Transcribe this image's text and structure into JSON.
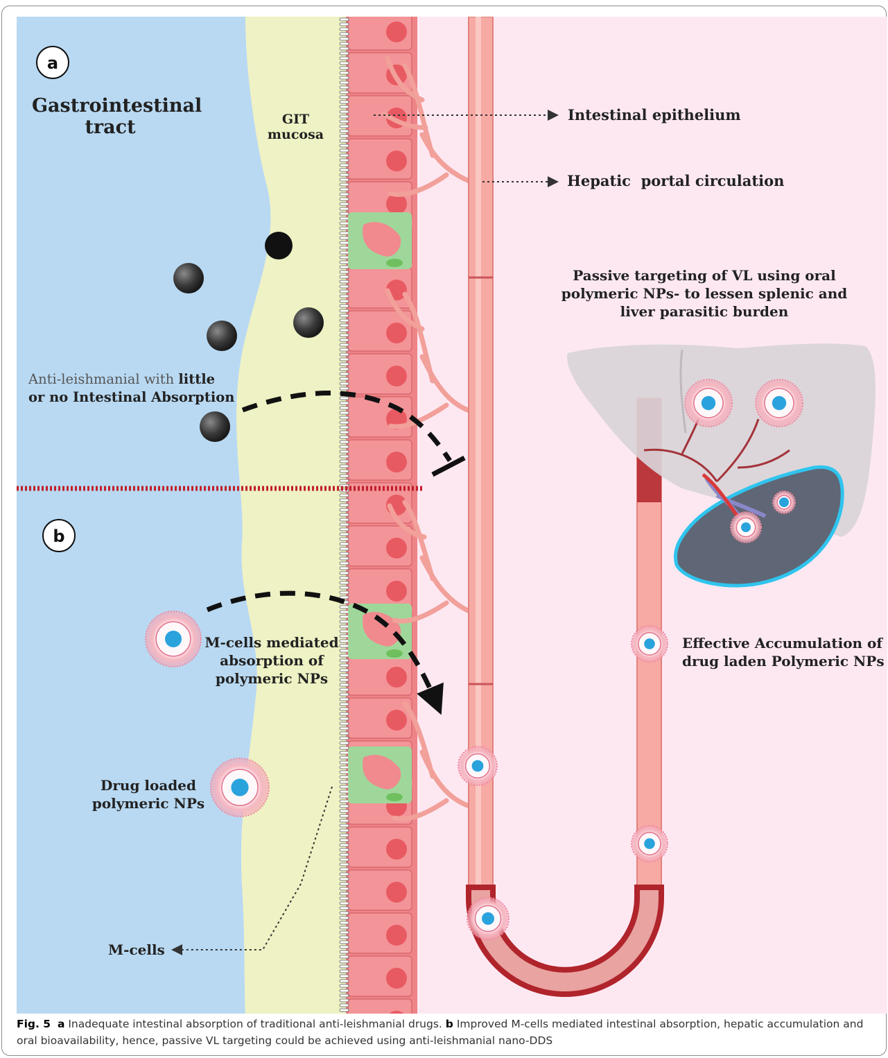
{
  "panel_labels": {
    "a": "a",
    "b": "b"
  },
  "labels": {
    "gi_tract": "Gastrointestinal tract",
    "git_mucosa_1": "GIT",
    "git_mucosa_2": "mucosa",
    "intestinal_epithelium": "Intestinal epithelium",
    "hepatic_portal": "Hepatic  portal circulation",
    "anti_leish_plain": "Anti-leishmanial with ",
    "anti_leish_bold_1": "little",
    "anti_leish_bold_2": "or no Intestinal Absorption",
    "passive_targeting_1": "Passive targeting of VL using oral",
    "passive_targeting_2": "polymeric NPs- to lessen splenic and",
    "passive_targeting_3": "liver parasitic burden",
    "mcell_absorption_1": "M-cells mediated",
    "mcell_absorption_2": "absorption of",
    "mcell_absorption_3": "polymeric NPs",
    "effective_accum_1": "Effective Accumulation of",
    "effective_accum_2": "drug laden Polymeric NPs",
    "drug_loaded_1": "Drug loaded",
    "drug_loaded_2": "polymeric NPs",
    "m_cells": "M-cells"
  },
  "caption": {
    "fig_label": "Fig. 5",
    "a_label": "a",
    "a_text": " Inadequate intestinal absorption of traditional anti-leishmanial drugs. ",
    "b_label": "b",
    "b_text": " Improved M-cells mediated intestinal absorption, hepatic accumulation and oral bioavailability, hence, passive VL targeting could be achieved using anti-leishmanial nano-DDS"
  },
  "colors": {
    "lumen": "#b9d9f2",
    "mucosa": "#eef2c4",
    "epithelium": "#f08a8e",
    "circulation_bg": "#fde8f2",
    "vessel": "#f7a9a4",
    "vessel_dark": "#b0242b",
    "m_cell": "#9fd79a",
    "drug": "#3d3d3d",
    "np_core": "#2aa3dd",
    "liver": "#d9d4d8",
    "spleen": "#5f6675",
    "spleen_outline": "#2fc4ee"
  },
  "icons": [
    "drug-particle-icon",
    "nanoparticle-icon",
    "liver-icon",
    "spleen-icon",
    "arrow-icon",
    "blocked-arrow-icon"
  ]
}
